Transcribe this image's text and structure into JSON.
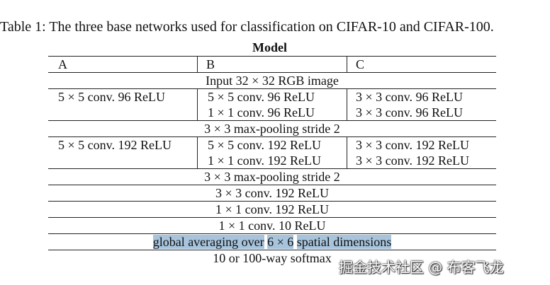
{
  "caption": "Table 1: The three base networks used for classification on CIFAR-10 and CIFAR-100.",
  "model_header": "Model",
  "columns": [
    "A",
    "B",
    "C"
  ],
  "rows": {
    "input": "Input 32 × 32 RGB image",
    "group1": {
      "a": [
        "5 × 5 conv. 96 ReLU"
      ],
      "b": [
        "5 × 5 conv. 96 ReLU",
        "1 × 1 conv. 96 ReLU"
      ],
      "c": [
        "3 × 3 conv. 96 ReLU",
        "3 × 3 conv. 96 ReLU"
      ]
    },
    "pool1": "3 × 3 max-pooling stride 2",
    "group2": {
      "a": [
        "5 × 5 conv. 192 ReLU"
      ],
      "b": [
        "5 × 5 conv. 192 ReLU",
        "1 × 1 conv. 192 ReLU"
      ],
      "c": [
        "3 × 3 conv. 192 ReLU",
        "3 × 3 conv. 192 ReLU"
      ]
    },
    "pool2": "3 × 3 max-pooling stride 2",
    "conv3": "3 × 3 conv. 192 ReLU",
    "conv4": "1 × 1 conv. 192 ReLU",
    "conv5": "1 × 1 conv. 10 ReLU",
    "gap": {
      "part1": "global averaging over",
      "part2": "6 × 6",
      "part3": "spatial dimensions"
    },
    "softmax": "10 or 100-way softmax"
  },
  "watermark": "掘金技术社区 @ 布客飞龙",
  "colors": {
    "highlight": "#a7c4dc"
  }
}
